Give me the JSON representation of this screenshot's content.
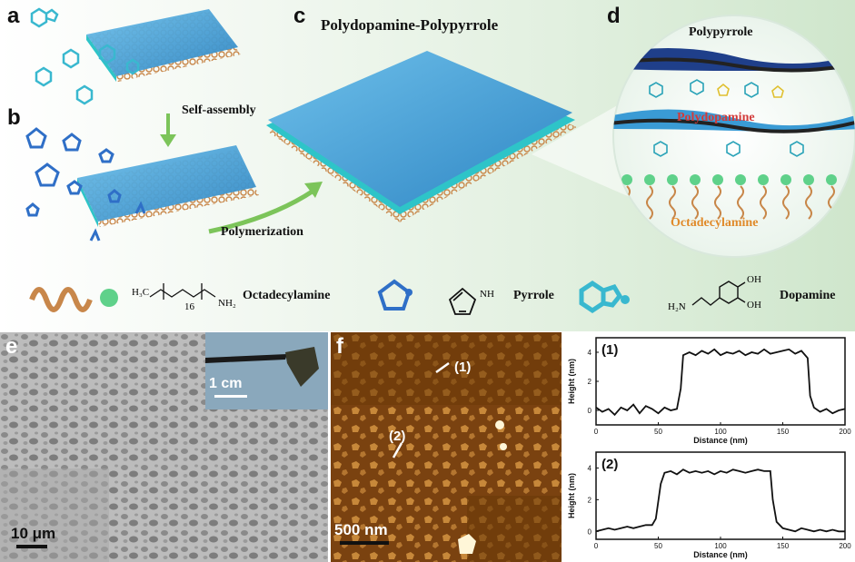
{
  "panels": {
    "a": "a",
    "b": "b",
    "c": "c",
    "d": "d",
    "e": "e",
    "f": "f"
  },
  "schematic": {
    "title_c": "Polydopamine-Polypyrrole",
    "self_assembly": "Self-assembly",
    "polymerization": "Polymerization",
    "layer_polypyrrole": "Polypyrrole",
    "layer_polydopamine": "Polydopamine",
    "layer_octadecylamine": "Octadecylamine",
    "colors": {
      "polydopamine_text": "#d23a3a",
      "octadecylamine_text": "#e08a2a",
      "sheet": "#4aa3d8",
      "helix": "#c8874a",
      "head": "#5fd18a"
    }
  },
  "legend": {
    "ch3_formula": "H₃C",
    "subscript_16": "16",
    "nh2": "NH₂",
    "octadecylamine": "Octadecylamine",
    "nh": "NH",
    "pyrrole": "Pyrrole",
    "h2n": "H₂N",
    "oh1": "OH",
    "oh2": "OH",
    "dopamine": "Dopamine"
  },
  "image_e": {
    "scalebar": "10 μm",
    "inset_scalebar": "1 cm"
  },
  "image_f": {
    "scalebar": "500 nm",
    "marker1": "(1)",
    "marker2": "(2)"
  },
  "chart_data": [
    {
      "type": "line",
      "label": "(1)",
      "xlabel": "Distance (nm)",
      "ylabel": "Height (nm)",
      "xlim": [
        0,
        200
      ],
      "ylim": [
        -1,
        5
      ],
      "xticks": [
        0,
        50,
        100,
        150,
        200
      ],
      "yticks": [
        0,
        2,
        4
      ],
      "x": [
        0,
        5,
        10,
        15,
        20,
        25,
        30,
        35,
        40,
        45,
        50,
        55,
        60,
        65,
        68,
        70,
        75,
        80,
        85,
        90,
        95,
        100,
        105,
        110,
        115,
        120,
        125,
        130,
        135,
        140,
        145,
        150,
        155,
        160,
        165,
        170,
        172,
        175,
        180,
        185,
        190,
        195,
        200
      ],
      "y": [
        0.2,
        -0.1,
        0.1,
        -0.3,
        0.2,
        0.0,
        0.4,
        -0.2,
        0.3,
        0.1,
        -0.2,
        0.2,
        0.0,
        0.1,
        1.5,
        3.8,
        4.0,
        3.8,
        4.1,
        3.9,
        4.2,
        3.8,
        4.0,
        3.9,
        4.1,
        3.8,
        4.0,
        3.9,
        4.2,
        3.9,
        4.0,
        4.1,
        4.2,
        3.9,
        4.1,
        3.6,
        1.0,
        0.2,
        -0.1,
        0.1,
        -0.2,
        0.0,
        0.1
      ]
    },
    {
      "type": "line",
      "label": "(2)",
      "xlabel": "Distance (nm)",
      "ylabel": "Height (nm)",
      "xlim": [
        0,
        200
      ],
      "ylim": [
        -0.5,
        5
      ],
      "xticks": [
        0,
        50,
        100,
        150,
        200
      ],
      "yticks": [
        0,
        2,
        4
      ],
      "x": [
        0,
        5,
        10,
        15,
        20,
        25,
        30,
        35,
        40,
        45,
        48,
        52,
        55,
        60,
        65,
        70,
        75,
        80,
        85,
        90,
        95,
        100,
        105,
        110,
        115,
        120,
        125,
        130,
        135,
        140,
        142,
        145,
        150,
        155,
        160,
        165,
        170,
        175,
        180,
        185,
        190,
        195,
        200
      ],
      "y": [
        0.0,
        0.1,
        0.2,
        0.1,
        0.2,
        0.3,
        0.2,
        0.3,
        0.4,
        0.4,
        0.8,
        3.0,
        3.7,
        3.8,
        3.6,
        3.9,
        3.7,
        3.8,
        3.7,
        3.8,
        3.6,
        3.8,
        3.7,
        3.9,
        3.8,
        3.7,
        3.8,
        3.9,
        3.8,
        3.8,
        2.0,
        0.6,
        0.2,
        0.1,
        0.0,
        0.2,
        0.1,
        0.0,
        0.1,
        0.0,
        0.1,
        0.0,
        0.0
      ]
    }
  ]
}
